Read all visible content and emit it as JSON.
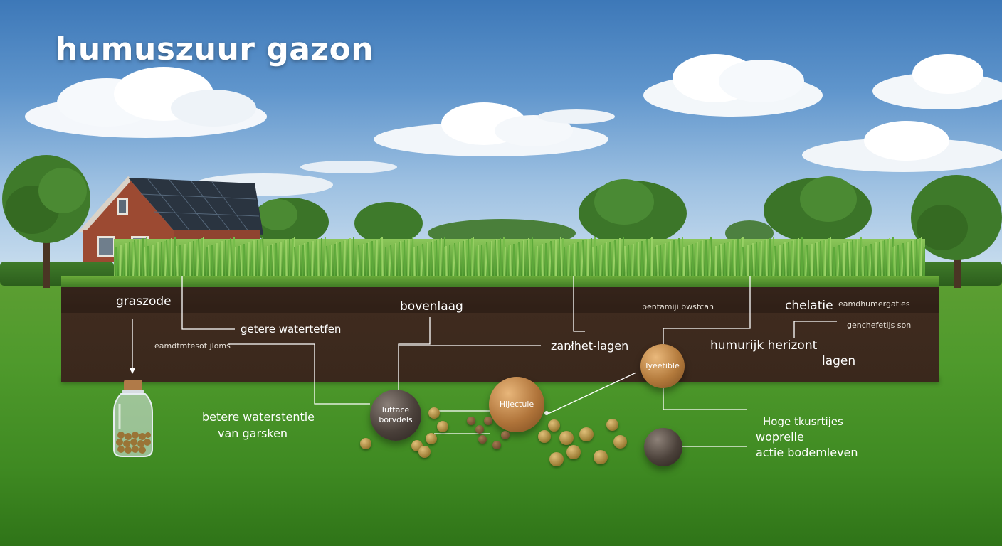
{
  "title": "humuszuur gazon",
  "colors": {
    "sky_top": "#3d78b8",
    "lawn": "#4f9a2c",
    "soil": "#3f2b1f",
    "brick": "#9c4a32",
    "line": "#ffffff"
  },
  "labels": {
    "graszode": "graszode",
    "betere_waterteffen": "getere watertetfen",
    "omdelen_jloms": "eamdtmtesot jloms",
    "bovenlaag": "bovenlaag",
    "zandlagen": "zanl̷het-lagen",
    "bentamij": "bentamiji bwstcan",
    "chelatie": "chelatie",
    "eamd_humergatties": "eamdhumergaties",
    "genchelet": "genchefetijs son",
    "humusrijk_horizont": "humurijk herizont",
    "lagen": "lagen",
    "betere_waterstentie": "betere waterstentie",
    "van_garsken": "van garsken",
    "hoge_tkusrtijes": "Hoge tkusrtijes",
    "woprelle": "woprelle",
    "actieve_bodemleven": "actie bodemleven"
  },
  "spheres": {
    "dark_left": {
      "line1": "Iuttace",
      "line2": "borvdels"
    },
    "bronze_mid": {
      "line1": "Hijectule"
    },
    "bronze_small": {
      "line1": "Iyeetible"
    },
    "dark_right": {
      "line1": ""
    }
  },
  "icons": [
    "jar-icon",
    "house-icon",
    "solar-panel-icon",
    "tree-icon",
    "cloud-icon"
  ]
}
